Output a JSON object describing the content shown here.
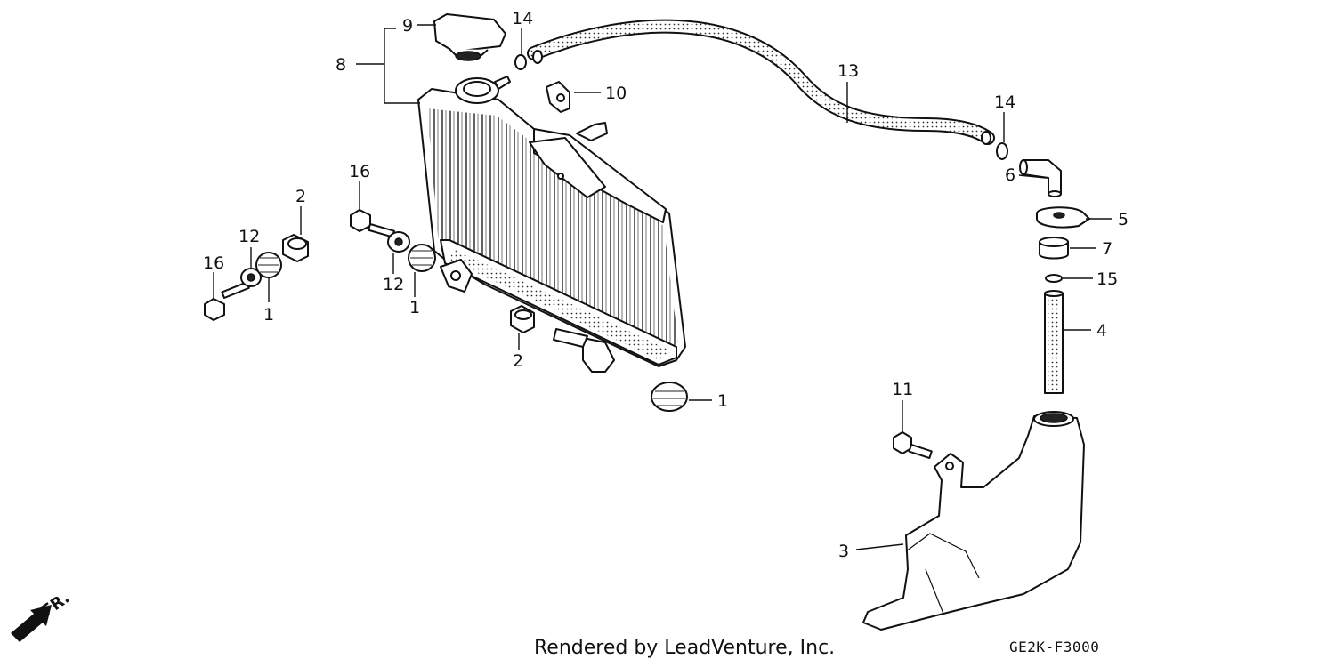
{
  "callouts": {
    "c1a": "1",
    "c1b": "1",
    "c1c": "1",
    "c2a": "2",
    "c2b": "2",
    "c3": "3",
    "c4": "4",
    "c5": "5",
    "c6": "6",
    "c7": "7",
    "c8": "8",
    "c9": "9",
    "c10": "10",
    "c11": "11",
    "c12a": "12",
    "c12b": "12",
    "c13": "13",
    "c14a": "14",
    "c14b": "14",
    "c15": "15",
    "c16a": "16",
    "c16b": "16"
  },
  "front_indicator": "FR.",
  "footer": {
    "credit": "Rendered by LeadVenture, Inc.",
    "diagram_code": "GE2K-F3000"
  },
  "icons": [
    "front-arrow-icon"
  ]
}
